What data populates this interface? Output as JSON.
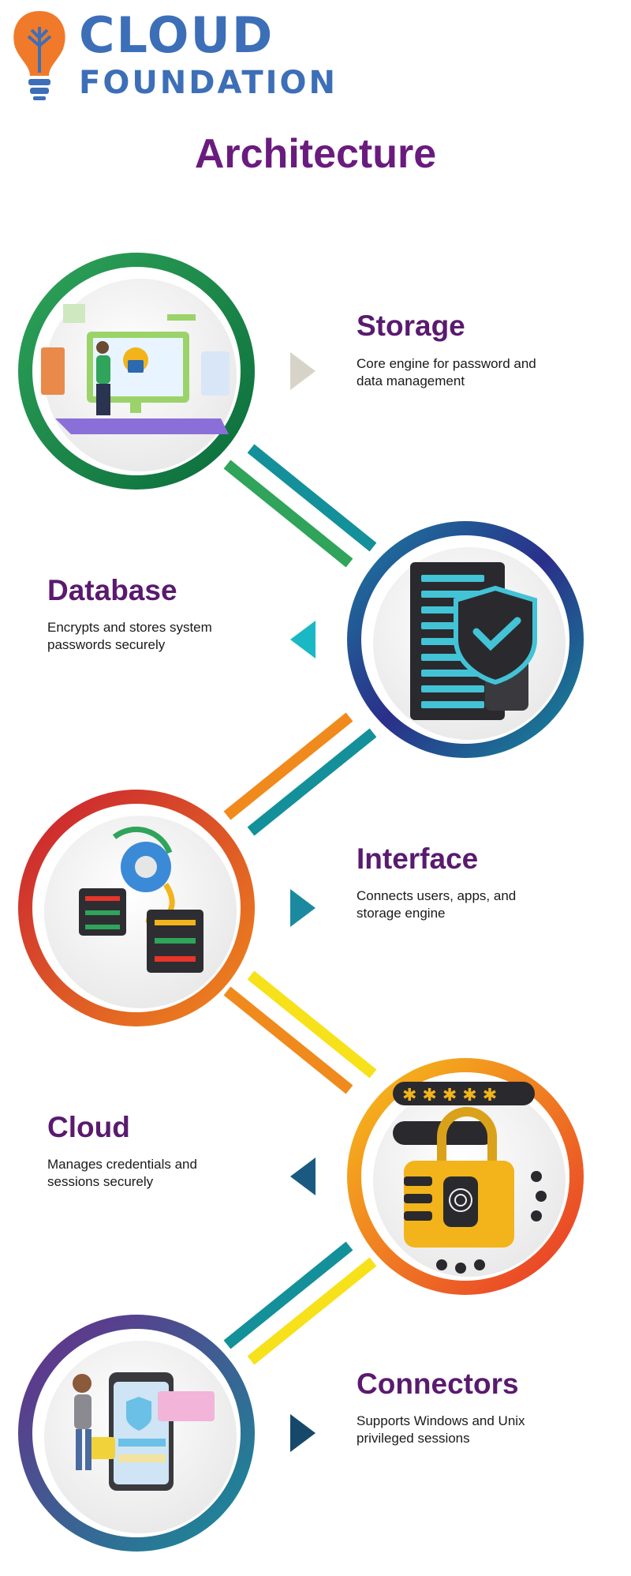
{
  "logo": {
    "line1": "CLOUD",
    "line2": "FOUNDATION",
    "colors": {
      "text": "#3d6fb8",
      "bulb": "#f07a2a"
    }
  },
  "title": "Architecture",
  "steps": [
    {
      "title": "Storage",
      "description": "Core engine for password and data management",
      "illustration": "person-monitor-lock-illustration",
      "ring_colors": [
        "#0a6b3a",
        "#2fa45a"
      ]
    },
    {
      "title": "Database",
      "description": "Encrypts and stores system passwords securely",
      "illustration": "server-shield-illustration",
      "ring_colors": [
        "#2a2f8a",
        "#14909a"
      ]
    },
    {
      "title": "Interface",
      "description": "Connects users, apps, and storage engine",
      "illustration": "gear-servers-illustration",
      "ring_colors": [
        "#c81e32",
        "#f08a1c"
      ]
    },
    {
      "title": "Cloud",
      "description": "Manages credentials and sessions securely",
      "illustration": "padlock-fingerprint-illustration",
      "ring_colors": [
        "#f7c21a",
        "#e8352a"
      ]
    },
    {
      "title": "Connectors",
      "description": "Supports Windows and Unix privileged sessions",
      "illustration": "login-access-illustration",
      "ring_colors": [
        "#6a2a8a",
        "#14909a"
      ]
    }
  ]
}
